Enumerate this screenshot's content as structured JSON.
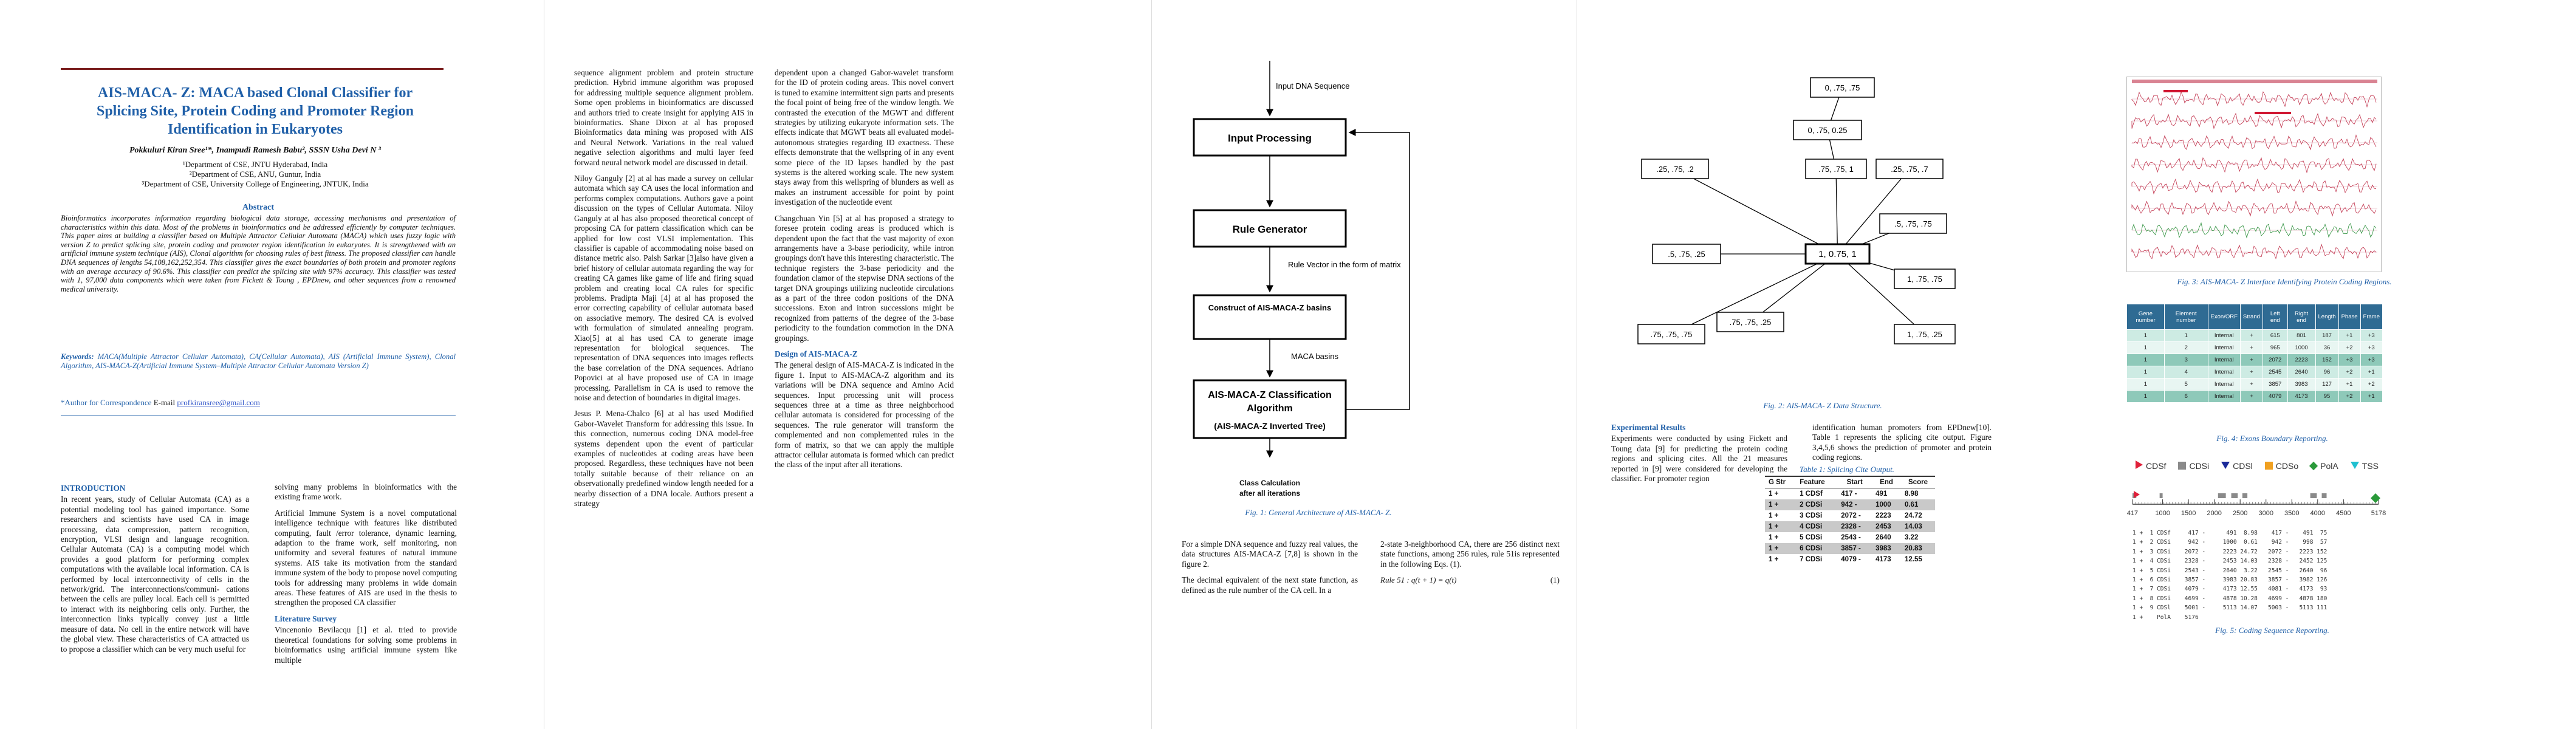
{
  "page1": {
    "title": "AIS-MACA- Z: MACA based Clonal Classifier for Splicing Site, Protein Coding and Promoter Region Identification in Eukaryotes",
    "authors": "Pokkuluri Kiran Sree¹*, Inampudi Ramesh Babu², SSSN Usha Devi N ³",
    "aff1": "¹Department of CSE, JNTU Hyderabad, India",
    "aff2": "²Department of CSE, ANU, Guntur, India",
    "aff3": "³Department of CSE, University College of Engineering, JNTUK, India",
    "abstract_heading": "Abstract",
    "abstract": "Bioinformatics incorporates information regarding biological data storage, accessing mechanisms and presentation of characteristics within this data. Most of the problems in bioinformatics and be addressed efficiently by computer techniques. This paper aims at building a classifier based on Multiple Attractor Cellular Automata (MACA) which uses fuzzy logic with version Z to predict splicing site, protein coding and promoter region identification in eukaryotes. It is strengthened with an artificial immune system technique (AIS), Clonal algorithm for choosing rules of best fitness. The proposed classifier can handle DNA sequences of lengths 54,108,162,252,354. This classifier gives the exact boundaries of both protein and promoter regions with an average accuracy of 90.6%. This classifier can predict the splicing site with 97% accuracy. This classifier was tested with 1, 97,000 data components which were taken from Fickett & Toung , EPDnew, and other sequences from a renowned medical university.",
    "keywords_label": "Keywords:",
    "keywords": "MACA(Multiple Attractor Cellular Automata), CA(Cellular Automata), AIS (Artificial Immune System), Clonal Algorithm, AIS-MACA-Z(Artificial Immune System–Multiple Attractor Cellular Automata Version Z)",
    "corr_label": "*Author for Correspondence",
    "corr_text": " E-mail ",
    "corr_email": "profkiransree@gmail.com",
    "intro_heading": "INTRODUCTION",
    "intro_left": "In recent years, study of Cellular Automata (CA) as a potential modeling tool has gained importance. Some researchers and scientists have used CA in image processing, data compression, pattern recognition, encryption, VLSI design and language recognition. Cellular Automata (CA) is a computing model which provides a good platform for performing complex computations with the available local information. CA is performed by local interconnectivity of cells in the network/grid. The interconnections/communi- cations between the cells are pulley local. Each cell is permitted to interact with its neighboring cells only. Further, the interconnection links typically convey just a little measure of data. No cell in the entire network will have the global view. These characteristics of CA attracted us to propose a classifier which can be very much useful for",
    "intro_right1": "solving many problems in bioinformatics with the existing frame work.",
    "intro_right2": "Artificial Immune System is a novel computational intelligence technique with features like distributed computing, fault /error tolerance, dynamic learning, adaption to the frame work, self monitoring, non uniformity and several features of natural immune systems. AIS take its motivation from the standard immune system of the body to propose novel computing tools for addressing many problems in wide domain areas. These features of AIS are used in the thesis to strengthen the proposed CA classifier",
    "lit_heading": "Literature Survey",
    "lit_text": "Vincenonio Bevilacqu [1] et al. tried to provide theoretical foundations for solving some problems in bioinformatics using artificial immune system like multiple"
  },
  "page2": {
    "c1p1": "sequence alignment problem and protein structure prediction. Hybrid immune algorithm was proposed for addressing multiple sequence alignment problem. Some open problems in bioinformatics are discussed and authors tried to create insight for applying AIS in bioinformatics. Shane Dixon at al has proposed Bioinformatics data mining was proposed with AIS and Neural Network. Variations in the real valued negative selection algorithms and multi layer feed forward neural network model are discussed in detail.",
    "c1p2": "Niloy Ganguly [2] at al has made a survey on cellular automata which say CA uses the local information and performs complex computations. Authors gave a point discussion on the types of Cellular Automata. Niloy Ganguly at al has also proposed theoretical concept of proposing CA for pattern classification which can be applied for low cost VLSI implementation. This classifier is capable of accommodating noise based on distance metric also. Palsh Sarkar [3]also have given a brief history of cellular automata regarding the way for creating CA games like game of life and firing squad problem and creating local CA rules for specific problems. Pradipta Maji [4] at al has proposed the error correcting capability of cellular automata based on associative memory. The desired CA is evolved with formulation of simulated annealing program. Xiao[5] at al has used CA to generate image representation for biological sequences. The representation of DNA sequences into images reflects the base correlation of the DNA sequences. Adriano Popovici at al have proposed use of CA in image processing. Parallelism in CA is used to remove the noise and detection of boundaries in digital images.",
    "c1p3": "Jesus P. Mena-Chalco [6] at al has used Modified Gabor-Wavelet Transform for addressing this issue. In this connection, numerous coding DNA model-free systems dependent upon the event of particular examples of nucleotides at coding areas have been proposed. Regardless, these techniques have not been totally suitable because of their reliance on an observationally predefined window length needed for a nearby dissection of a DNA locale. Authors present a strategy",
    "c2p1": "dependent upon a changed Gabor-wavelet transform for the ID of protein coding areas. This novel convert is tuned to examine intermittent sign parts and presents the focal point of being free of the window length. We contrasted the execution of the MGWT and different strategies by utilizing eukaryote information sets. The effects indicate that MGWT beats all evaluated model-autonomous strategies regarding ID exactness. These effects demonstrate that the wellspring of in any event some piece of the ID lapses handled by the past systems is the altered working scale. The new system stays away from this wellspring of blunders as well as makes an instrument accessible for point by point investigation of the nucleotide event",
    "c2p2": "Changchuan Yin [5] at al has proposed a strategy to foresee protein coding areas is produced which is dependent upon the fact that the vast majority of exon arrangements have a 3-base periodicity, while intron groupings don't have this interesting characteristic. The technique registers the 3-base periodicity and the foundation clamor of the stepwise DNA sections of the target DNA groupings utilizing nucleotide circulations as a part of the three codon positions of the DNA successions. Exon and intron successions might be recognized from patterns of the degree of the 3-base periodicity to the foundation commotion in the DNA groupings.",
    "design_heading": "Design of AIS-MACA-Z",
    "c2p3": "The general design of AIS-MACA-Z is indicated in the figure 1. Input to AIS-MACA-Z algorithm and its variations will be DNA sequence and Amino Acid sequences. Input processing unit will process sequences three at a time as three neighborhood cellular automata is considered for processing of the sequences. The rule generator will transform the complemented and non complemented rules in the form of matrix, so that we can apply the multiple attractor cellular automata is formed which can predict the class of the input after all iterations."
  },
  "page3": {
    "fig1": {
      "input_label": "Input DNA Sequence",
      "box1": "Input Processing",
      "box2": "Rule Generator",
      "rule_vector": "Rule Vector in the form of matrix",
      "box3": "Construct of AIS-MACA-Z basins",
      "maca_basins": "MACA basins",
      "box4_l1": "AIS-MACA-Z Classification",
      "box4_l2": "Algorithm",
      "box4_l3": "(AIS-MACA-Z Inverted Tree)",
      "out_l1": "Class Calculation",
      "out_l2": "after all iterations",
      "caption": "Fig. 1: General Architecture of AIS-MACA- Z."
    },
    "c1p1": "For a simple DNA sequence and fuzzy real values, the data structures AIS-MACA-Z [7,8] is shown in the figure 2.",
    "c1p2": "The decimal equivalent of the next state function, as defined as the rule number of the CA cell. In a",
    "c2p1": "2-state 3-neighborhood CA, there are 256 distinct next state functions, among 256 rules, rule 51is represented in the following Eqs. (1).",
    "rule": "Rule 51  : q(t + 1) = q(t)",
    "eqno": "(1)"
  },
  "page4": {
    "fig2": {
      "nodes": [
        "0, .75, .75",
        "0, .75, 0.25",
        ".75, .75, 1",
        ".25, .75, .2",
        ".25, .75, .7",
        ".5, .75, .75",
        ".5, .75, .25",
        "1, 0.75, 1",
        "1, .75, .75",
        ".75, .75, .25",
        ".75, .75, .75",
        "1, .75, .25"
      ],
      "caption": "Fig. 2: AIS-MACA- Z Data Structure."
    },
    "exp_heading": "Experimental Results",
    "exp_text": "Experiments were conducted by using Fickett and Toung data [9] for predicting the protein coding regions and splicing cites. All the 21 measures reported in [9] were considered for developing the classifier. For promoter region",
    "exp_text2": "identification human promoters from EPDnew[10]. Table 1 represents the splicing cite output. Figure 3,4,5,6 shows the prediction of promoter and protein coding regions.",
    "table_caption": "Table 1: Splicing Cite Output.",
    "table_headers": [
      "G Str",
      "Feature",
      "Start",
      "End",
      "Score"
    ],
    "table_rows": [
      [
        "1 +",
        "1 CDSf",
        "417 -",
        "491",
        "8.98"
      ],
      [
        "1 +",
        "2 CDSi",
        "942 -",
        "1000",
        "0.61"
      ],
      [
        "1 +",
        "3 CDSi",
        "2072 -",
        "2223",
        "24.72"
      ],
      [
        "1 +",
        "4 CDSi",
        "2328 -",
        "2453",
        "14.03"
      ],
      [
        "1 +",
        "5 CDSi",
        "2543 -",
        "2640",
        "3.22"
      ],
      [
        "1 +",
        "6 CDSi",
        "3857 -",
        "3983",
        "20.83"
      ],
      [
        "1 +",
        "7 CDSi",
        "4079 -",
        "4173",
        "12.55"
      ]
    ],
    "fig3_caption": "Fig. 3: AIS-MACA- Z Interface Identifying Protein Coding Regions.",
    "exon_headers": [
      "Gene number",
      "Element number",
      "Exon/ORF",
      "Strand",
      "Left end",
      "Right end",
      "Length",
      "Phase",
      "Frame"
    ],
    "exon_rows": [
      [
        "1",
        "1",
        "Internal",
        "+",
        "615",
        "801",
        "187",
        "+1",
        "+3"
      ],
      [
        "1",
        "2",
        "Internal",
        "+",
        "965",
        "1000",
        "36",
        "+2",
        "+3"
      ],
      [
        "1",
        "3",
        "Internal",
        "+",
        "2072",
        "2223",
        "152",
        "+3",
        "+3"
      ],
      [
        "1",
        "4",
        "Internal",
        "+",
        "2545",
        "2640",
        "96",
        "+2",
        "+1"
      ],
      [
        "1",
        "5",
        "Internal",
        "+",
        "3857",
        "3983",
        "127",
        "+1",
        "+2"
      ],
      [
        "1",
        "6",
        "Internal",
        "+",
        "4079",
        "4173",
        "95",
        "+2",
        "+1"
      ]
    ],
    "fig4_caption": "Fig. 4: Exons Boundary Reporting.",
    "legend": [
      "CDSf",
      "CDSi",
      "CDSl",
      "CDSo",
      "PolA",
      "TSS"
    ],
    "axis_ticks": [
      "417",
      "1000",
      "1500",
      "2000",
      "2500",
      "3000",
      "3500",
      "4000",
      "4500",
      "5178"
    ],
    "cds_lines": [
      "1 +  1 CDSf     417 -      491  8.98    417 -    491  75",
      "1 +  2 CDSi     942 -     1000  0.61    942 -    998  57",
      "1 +  3 CDSi    2072 -     2223 24.72   2072 -   2223 152",
      "1 +  4 CDSi    2328 -     2453 14.03   2328 -   2452 125",
      "1 +  5 CDSi    2543 -     2640  3.22   2545 -   2640  96",
      "1 +  6 CDSi    3857 -     3983 20.83   3857 -   3982 126",
      "1 +  7 CDSi    4079 -     4173 12.55   4081 -   4173  93",
      "1 +  8 CDSi    4699 -     4878 10.28   4699 -   4878 180",
      "1 +  9 CDSl    5001 -     5113 14.07   5003 -   5113 111",
      "1 +    PolA    5176"
    ],
    "fig5_caption": "Fig. 5: Coding Sequence Reporting."
  },
  "chart_data": {
    "type": "bar",
    "title": "Table 1: Splicing Cite Output.",
    "categories": [
      "1 CDSf",
      "2 CDSi",
      "3 CDSi",
      "4 CDSi",
      "5 CDSi",
      "6 CDSi",
      "7 CDSi"
    ],
    "series": [
      {
        "name": "Score",
        "values": [
          8.98,
          0.61,
          24.72,
          14.03,
          3.22,
          20.83,
          12.55
        ]
      }
    ]
  },
  "colors": {
    "accent": "#1f5fa8",
    "title_rule": "#7a1f1f",
    "header_teal": "#2f6b93"
  }
}
